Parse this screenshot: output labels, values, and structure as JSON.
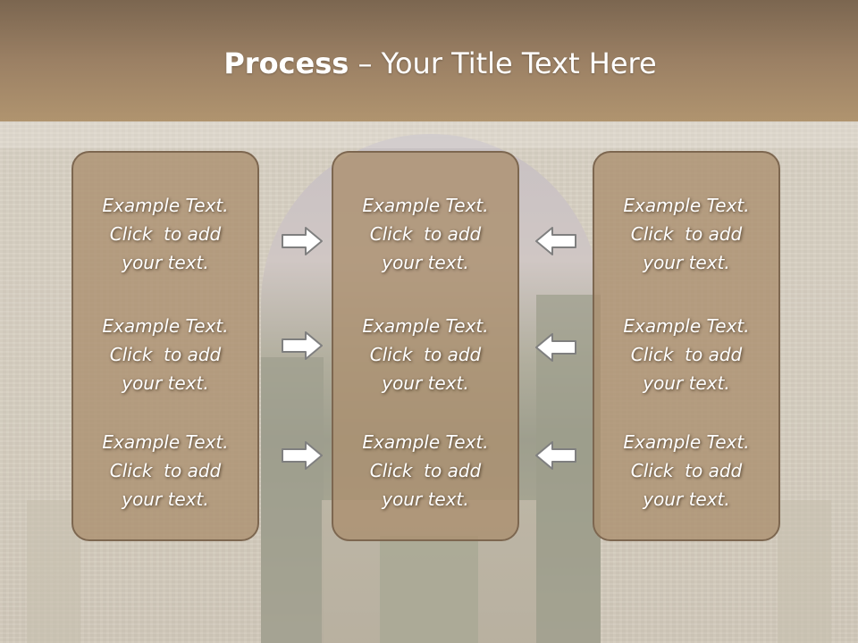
{
  "slide": {
    "title_bold": "Process",
    "title_rest": " – Your Title Text Here"
  },
  "columns": [
    {
      "items": [
        {
          "line1": "Example Text.",
          "line2": "Click  to add",
          "line3": "your text."
        },
        {
          "line1": "Example Text.",
          "line2": "Click  to add",
          "line3": "your text."
        },
        {
          "line1": "Example Text.",
          "line2": "Click  to add",
          "line3": "your text."
        }
      ]
    },
    {
      "items": [
        {
          "line1": "Example Text.",
          "line2": "Click  to add",
          "line3": "your text."
        },
        {
          "line1": "Example Text.",
          "line2": "Click  to add",
          "line3": "your text."
        },
        {
          "line1": "Example Text.",
          "line2": "Click  to add",
          "line3": "your text."
        }
      ]
    },
    {
      "items": [
        {
          "line1": "Example Text.",
          "line2": "Click  to add",
          "line3": "your text."
        },
        {
          "line1": "Example Text.",
          "line2": "Click  to add",
          "line3": "your text."
        },
        {
          "line1": "Example Text.",
          "line2": "Click  to add",
          "line3": "your text."
        }
      ]
    }
  ],
  "arrows": {
    "left_group": [
      "right-arrow-icon",
      "right-arrow-icon",
      "right-arrow-icon"
    ],
    "right_group": [
      "left-arrow-icon",
      "left-arrow-icon",
      "left-arrow-icon"
    ]
  },
  "colors": {
    "header": "#9b8064",
    "box_fill": "#ab906f",
    "box_border": "#7d6750",
    "text": "#ffffff",
    "arrow_fill": "#ffffff",
    "arrow_stroke": "#7f7f7f"
  }
}
